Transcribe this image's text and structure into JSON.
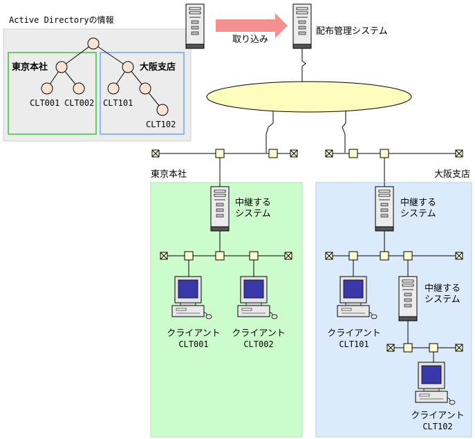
{
  "active_directory": {
    "title": "Active Directoryの情報",
    "tokyo_label": "東京本社",
    "osaka_label": "大阪支店",
    "nodes": [
      "CLT001",
      "CLT002",
      "CLT101",
      "CLT102"
    ]
  },
  "top": {
    "import_label": "取り込み",
    "distribution_system": "配布管理システム"
  },
  "tokyo": {
    "label": "東京本社",
    "relay_line1": "中継する",
    "relay_line2": "システム",
    "clients": [
      {
        "label": "クライアント",
        "id": "CLT001"
      },
      {
        "label": "クライアント",
        "id": "CLT002"
      }
    ]
  },
  "osaka": {
    "label": "大阪支店",
    "relay1_line1": "中継する",
    "relay1_line2": "システム",
    "relay2_line1": "中継する",
    "relay2_line2": "システム",
    "clients": [
      {
        "label": "クライアント",
        "id": "CLT101"
      },
      {
        "label": "クライアント",
        "id": "CLT102"
      }
    ]
  },
  "colors": {
    "ad_bg": "#ececec",
    "tokyo_border": "#66cc66",
    "osaka_border": "#88b8f0",
    "tokyo_bg": "#ccfccc",
    "osaka_bg": "#dcebfc",
    "node_fill": "#fce4d4",
    "arrow": "#f49090",
    "ellipse": "#fcfcbc",
    "connector": "#fcfcd0",
    "screen": "#3838a8"
  }
}
